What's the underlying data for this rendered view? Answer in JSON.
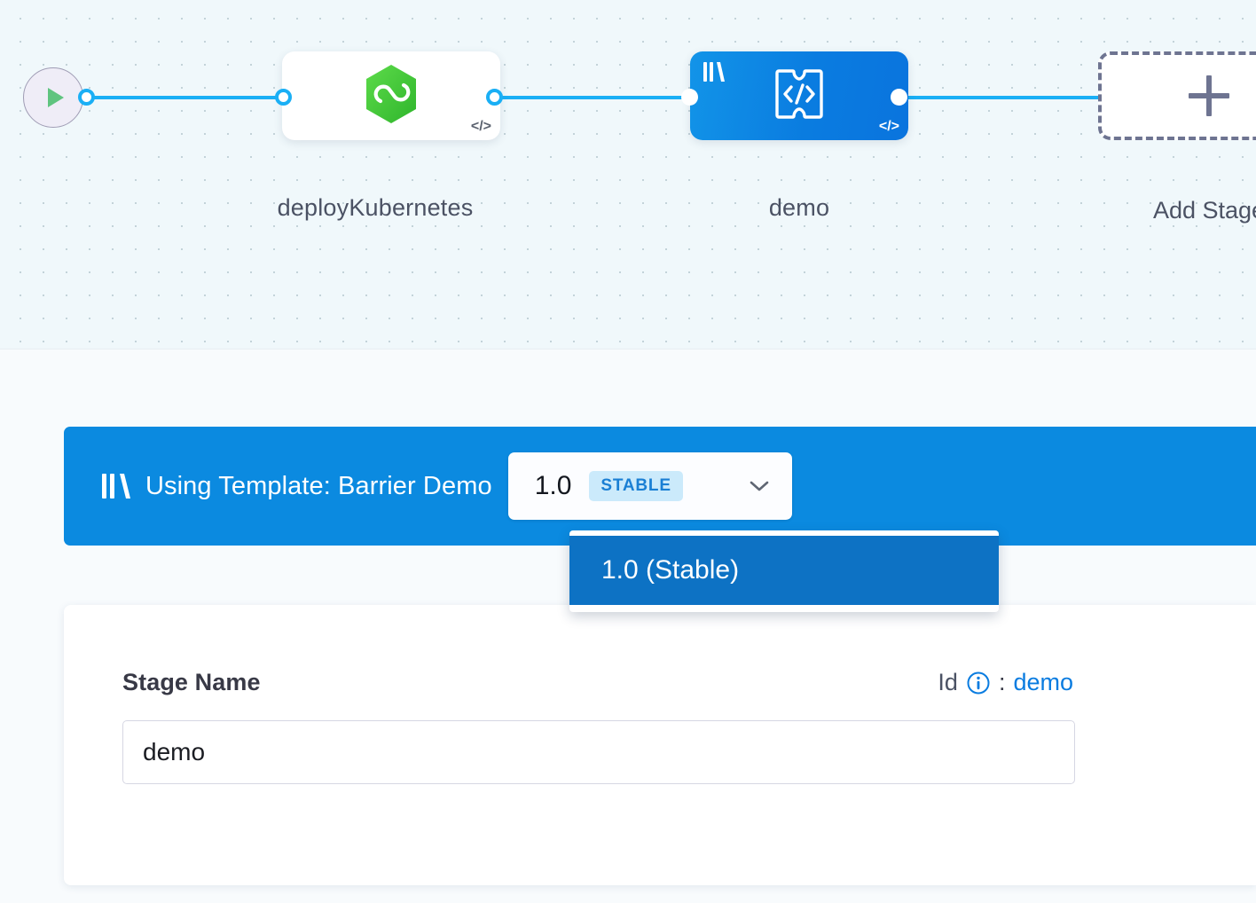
{
  "canvas": {
    "start_node": {
      "icon": "play-icon"
    },
    "stages": [
      {
        "label": "deployKubernetes",
        "icon": "harness-cd-hexagon-icon",
        "badge_icon": "code-ribbon-icon",
        "type": "deployment",
        "selected": false
      },
      {
        "label": "demo",
        "icon": "custom-stage-puzzle-code-icon",
        "badge_icon": "code-ribbon-icon",
        "template_icon": "template-library-icon",
        "type": "custom",
        "selected": true
      }
    ],
    "add_stage": {
      "label": "Add Stage",
      "icon": "plus-icon"
    }
  },
  "template_banner": {
    "icon": "template-library-icon",
    "text": "Using Template: Barrier Demo",
    "version_selector": {
      "value": "1.0",
      "tag": "STABLE",
      "chevron_icon": "chevron-down-icon",
      "expanded": true,
      "options": [
        {
          "label": "1.0 (Stable)",
          "selected": true
        }
      ]
    }
  },
  "stage_details": {
    "name_label": "Stage Name",
    "id_label": "Id",
    "id_info_icon": "info-circle-icon",
    "id_separator": ":",
    "id_value": "demo",
    "name_input": {
      "value": "demo",
      "placeholder": "Stage Name"
    }
  },
  "colors": {
    "brand_blue": "#0b8ae0",
    "dropdown_highlight": "#0d72c4",
    "stage_selected": "#0a7ce0",
    "connector": "#1aaff5",
    "canvas_bg": "#f0f8fb",
    "panel_bg": "#f8fbfd",
    "tag_bg": "#cbeafb",
    "tag_text": "#1a7fd4",
    "link_blue": "#0a7ce0",
    "dashed_border": "#6e7491",
    "deploy_icon_green": "#45c63d"
  }
}
